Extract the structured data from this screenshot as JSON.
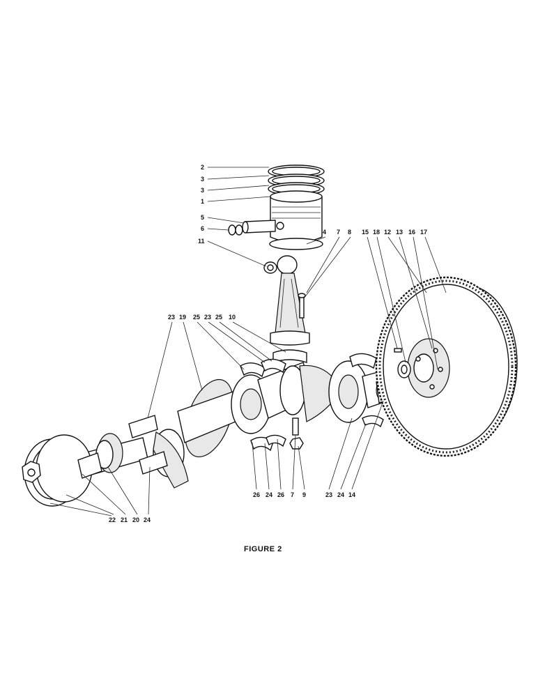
{
  "caption": "FIGURE 2",
  "callouts": {
    "c2": "2",
    "c3a": "3",
    "c3b": "3",
    "c1": "1",
    "c5": "5",
    "c6": "6",
    "c11": "11",
    "c4": "4",
    "c7t": "7",
    "c8": "8",
    "c15": "15",
    "c18": "18",
    "c12": "12",
    "c13": "13",
    "c16": "16",
    "c17": "17",
    "c23a": "23",
    "c19": "19",
    "c25a": "25",
    "c23b": "23",
    "c25b": "25",
    "c10": "10",
    "c26a": "26",
    "c24a": "24",
    "c26b": "26",
    "c7b": "7",
    "c9": "9",
    "c23c": "23",
    "c24b": "24",
    "c14": "14",
    "c22": "22",
    "c21": "21",
    "c20": "20",
    "c24c": "24"
  }
}
